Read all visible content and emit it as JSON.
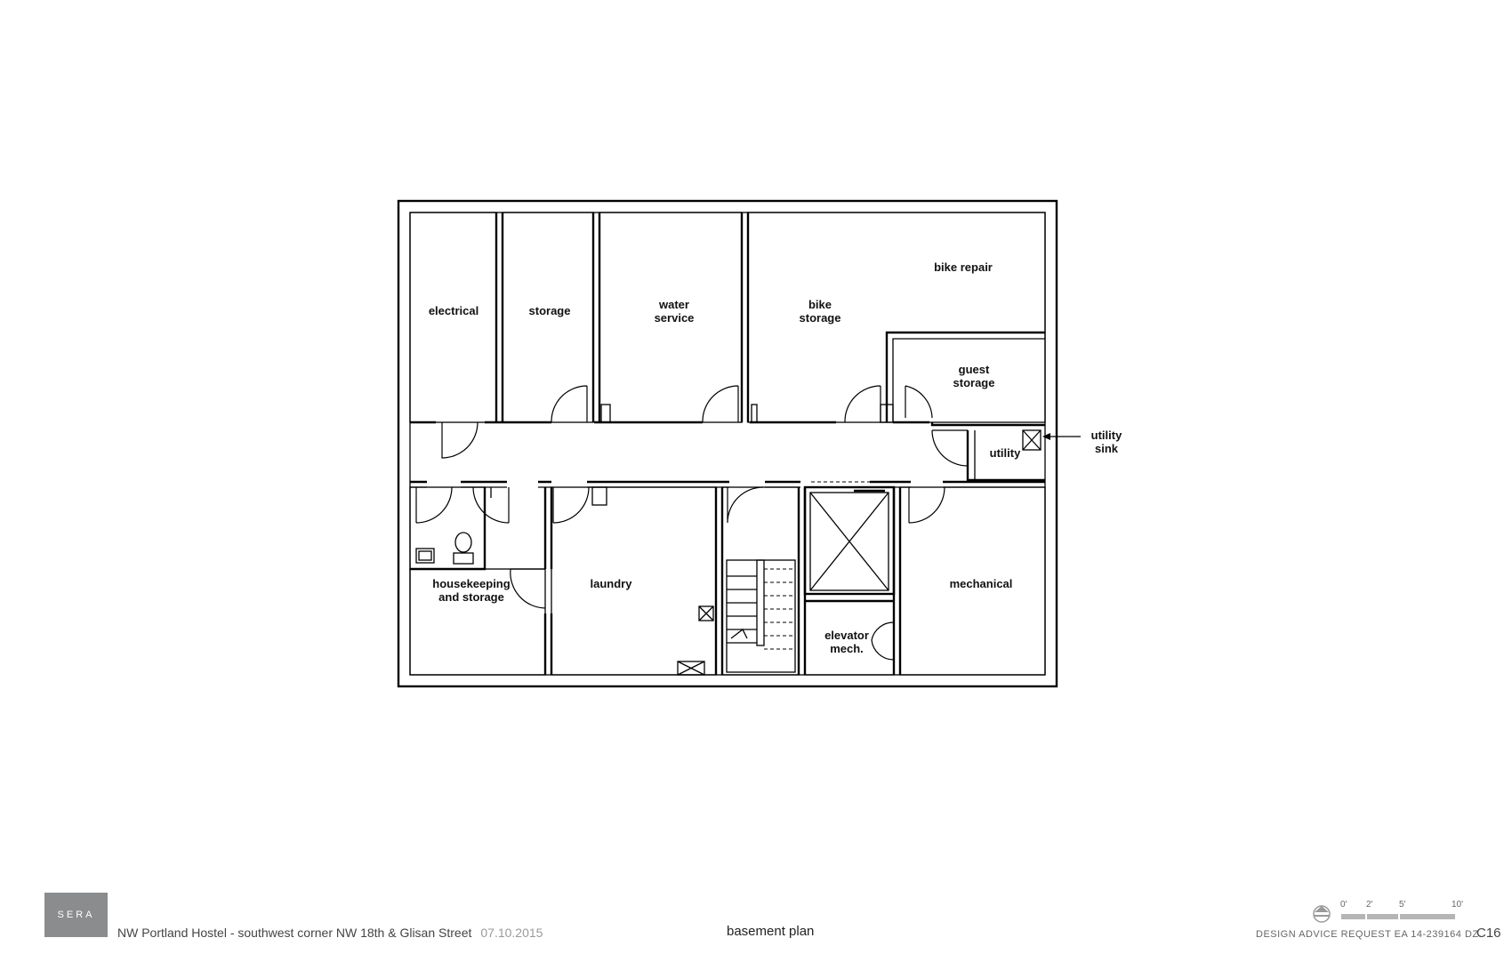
{
  "rooms": {
    "electrical": "electrical",
    "storage": "storage",
    "water_service": [
      "water",
      "service"
    ],
    "bike_storage": [
      "bike",
      "storage"
    ],
    "bike_repair": "bike repair",
    "guest_storage": [
      "guest",
      "storage"
    ],
    "utility": "utility",
    "utility_sink": [
      "utility",
      "sink"
    ],
    "housekeeping": [
      "housekeeping",
      "and storage"
    ],
    "laundry": "laundry",
    "elevator_mech": [
      "elevator",
      "mech."
    ],
    "mechanical": "mechanical"
  },
  "footer": {
    "logo": "SERA",
    "project": "NW Portland Hostel - southwest corner NW 18th & Glisan Street",
    "date": "07.10.2015",
    "sheet_title": "basement plan",
    "design_advice": "DESIGN ADVICE REQUEST  EA 14-239164 DZ",
    "sheet_number": "C16",
    "scale_labels": [
      "0'",
      "2'",
      "5'",
      "10'"
    ]
  },
  "colors": {
    "line": "#000000",
    "logo_bg": "#8a8c8e",
    "footer_text": "#444444",
    "date_text": "#9a9a9a",
    "scale_bar": "#b5b5b5"
  }
}
